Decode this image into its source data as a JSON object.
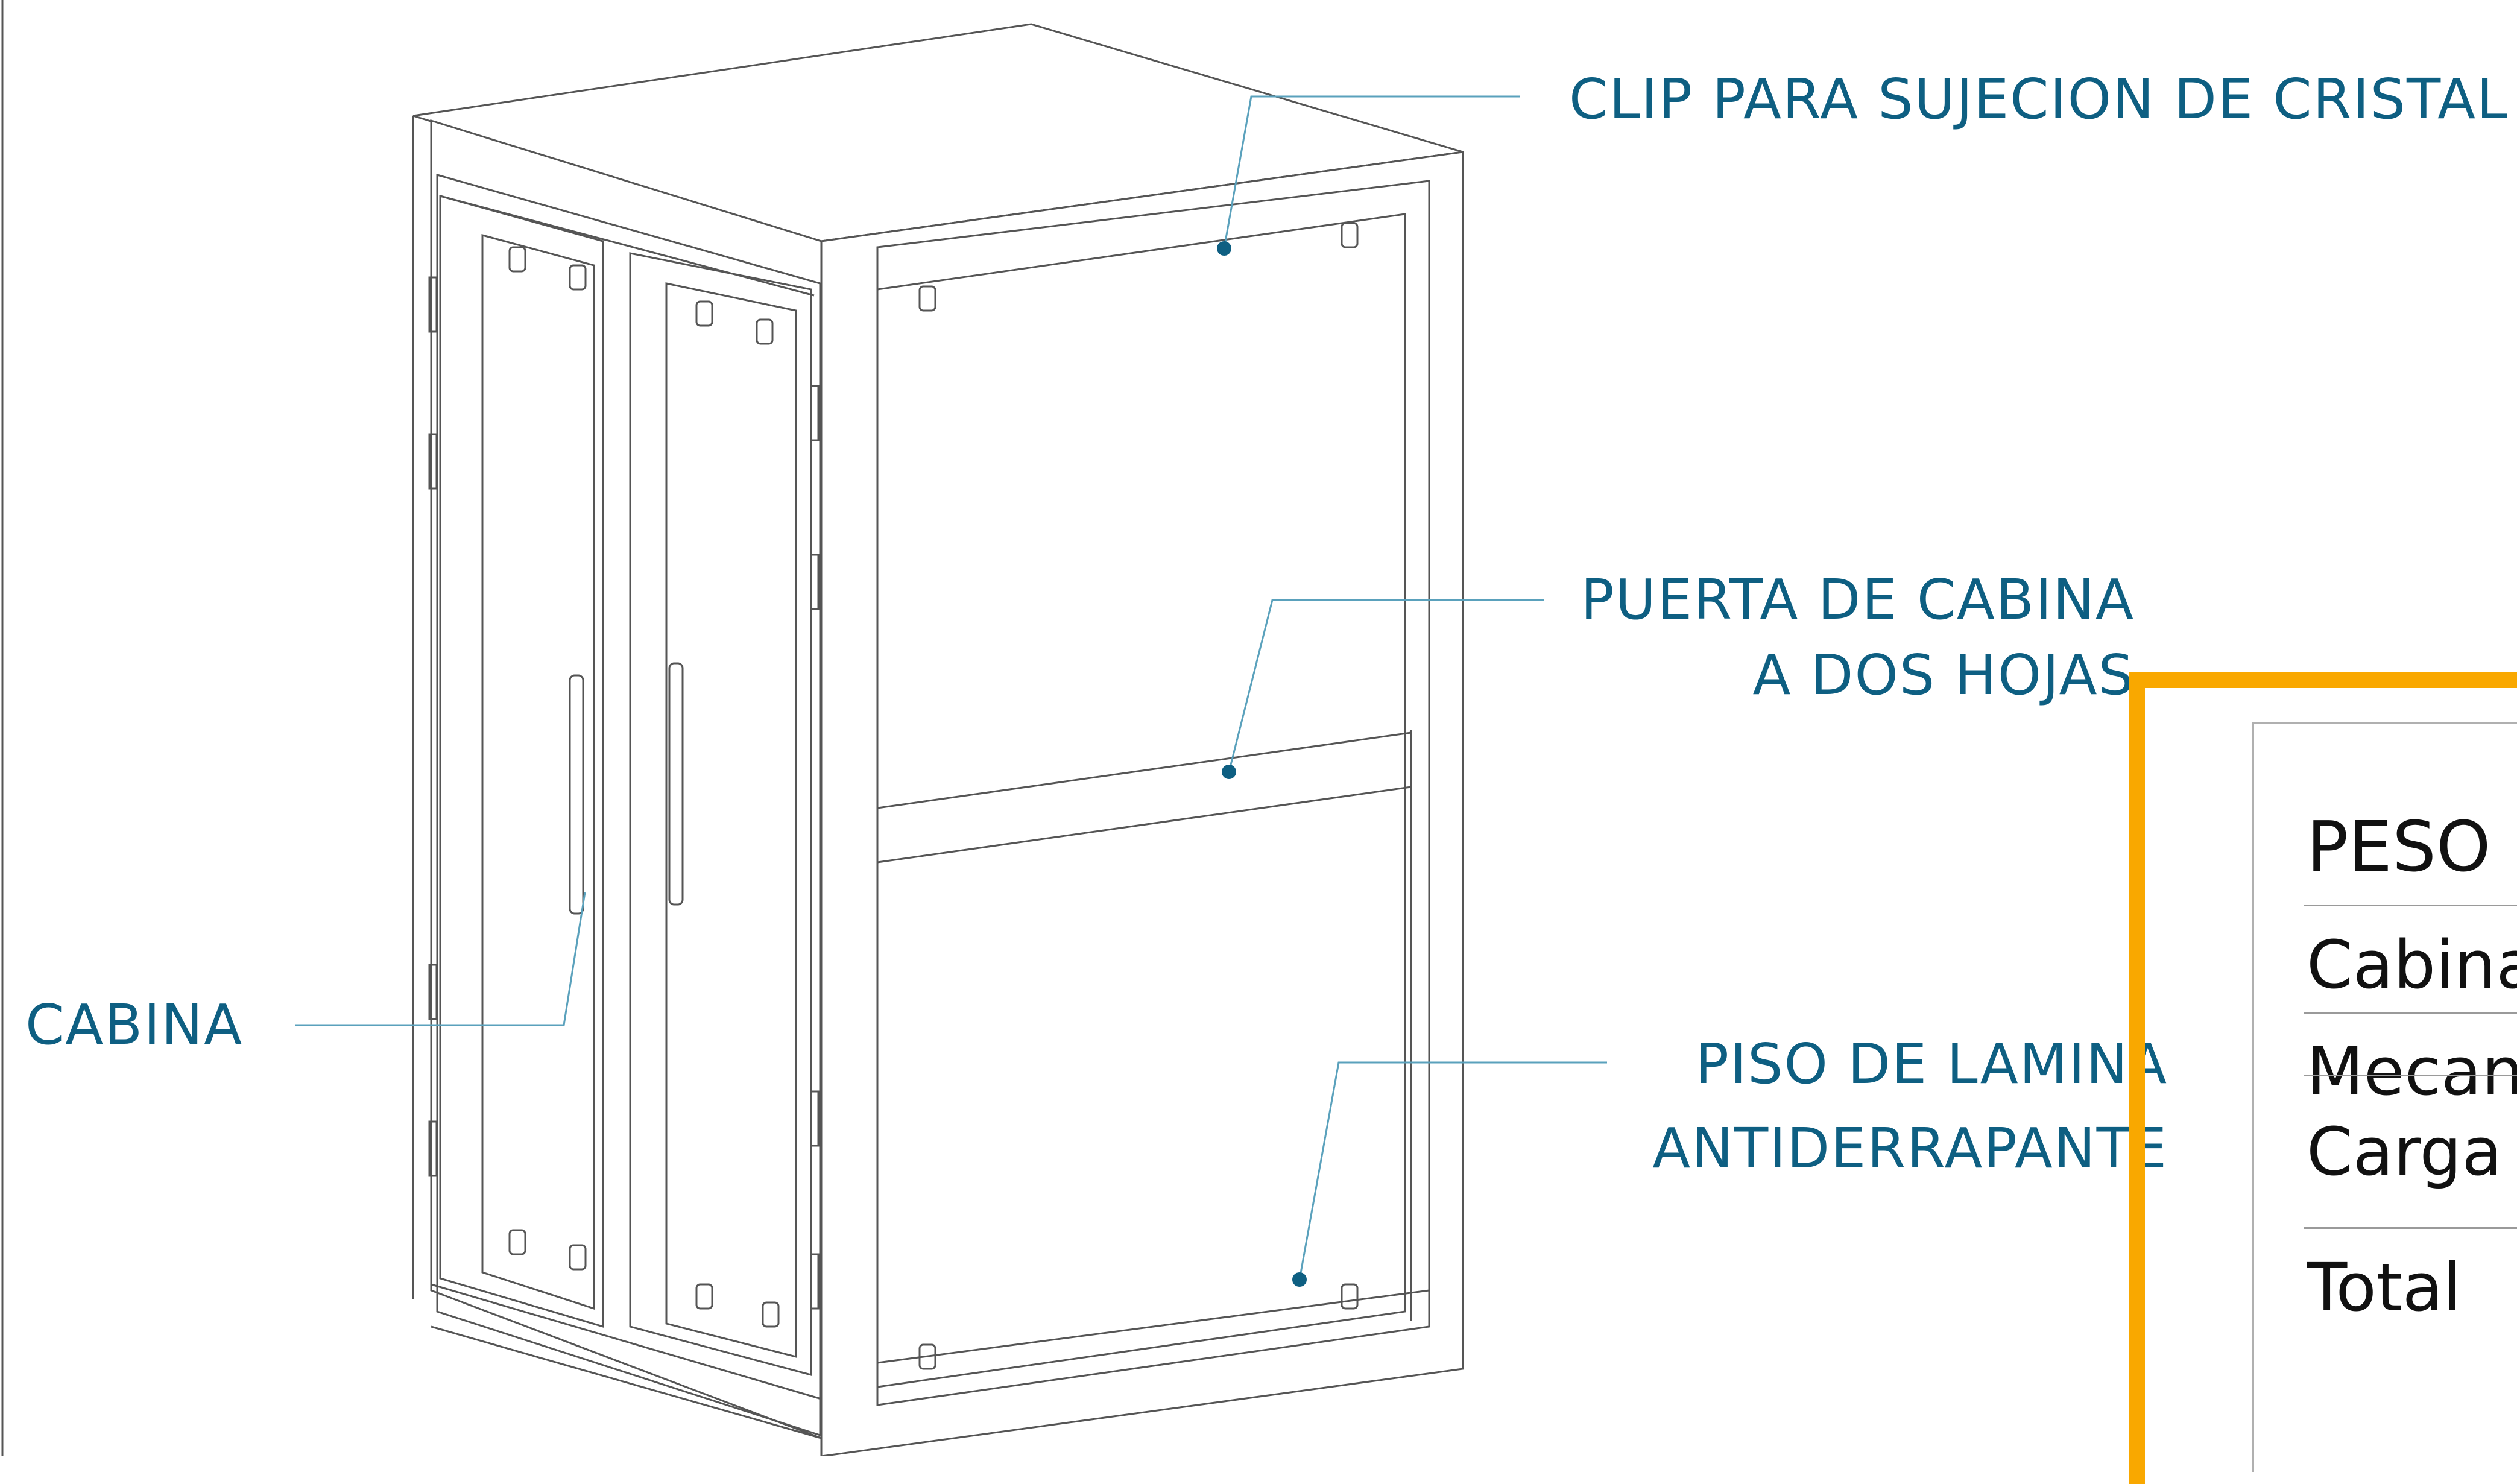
{
  "callouts": {
    "clip": "CLIP PARA SUJECION DE CRISTAL",
    "door_line1": "PUERTA DE CABINA",
    "door_line2": "A DOS HOJAS",
    "cabin": "CABINA",
    "floor_line1": "PISO DE LAMINA",
    "floor_line2": "ANTIDERRAPANTE"
  },
  "weight_table": {
    "header": "PESO",
    "rows": [
      "Cabina",
      "Mecan",
      "Carga",
      "Total"
    ]
  },
  "colors": {
    "label_text": "#0e5f82",
    "leader_line": "#5aa1bc",
    "panel_border": "#f9a800",
    "drawing_line": "#555555"
  }
}
